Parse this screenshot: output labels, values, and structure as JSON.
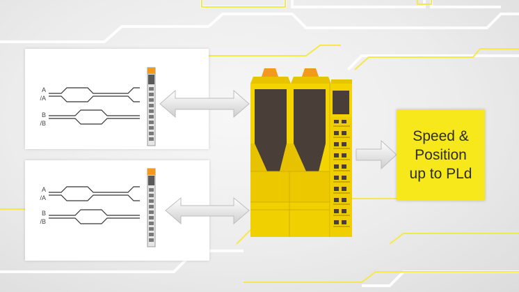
{
  "encoder_top": {
    "signals": [
      "A",
      "/A",
      "B",
      "/B"
    ]
  },
  "encoder_bottom": {
    "signals": [
      "A",
      "/A",
      "B",
      "/B"
    ]
  },
  "output": {
    "lines": [
      "Speed &",
      "Position",
      "up to PLd"
    ]
  },
  "colors": {
    "module_yellow": "#f4d400",
    "module_dark": "#4a3f38",
    "output_yellow": "#f6e81b",
    "accent_orange": "#f29a1c",
    "circuit_trace": "#f5e84a"
  }
}
